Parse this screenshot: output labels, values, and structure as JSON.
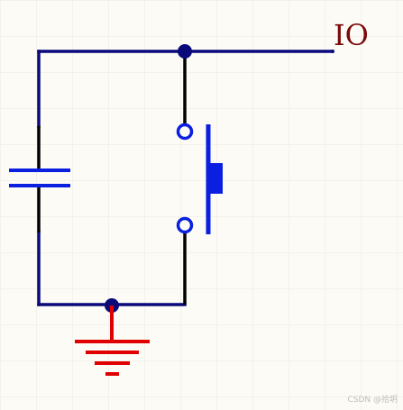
{
  "schematic": {
    "net_label": "IO",
    "watermark": "CSDN @拾玥",
    "colors": {
      "background": "#fdfbf6",
      "grid": "#ece9e0",
      "wire": "#0a0a7a",
      "junction": "#0a0a7a",
      "capacitor_plates": "#0a1fe0",
      "capacitor_leads": "#000000",
      "switch_leads": "#000000",
      "switch_contacts": "#0a1fe0",
      "switch_actuator": "#0a1fe0",
      "ground": "#e00000",
      "net_label": "#7a0a0a"
    },
    "components": [
      {
        "type": "capacitor",
        "name": "capacitor"
      },
      {
        "type": "push-button-switch",
        "name": "push-button"
      },
      {
        "type": "ground",
        "name": "ground"
      }
    ]
  }
}
